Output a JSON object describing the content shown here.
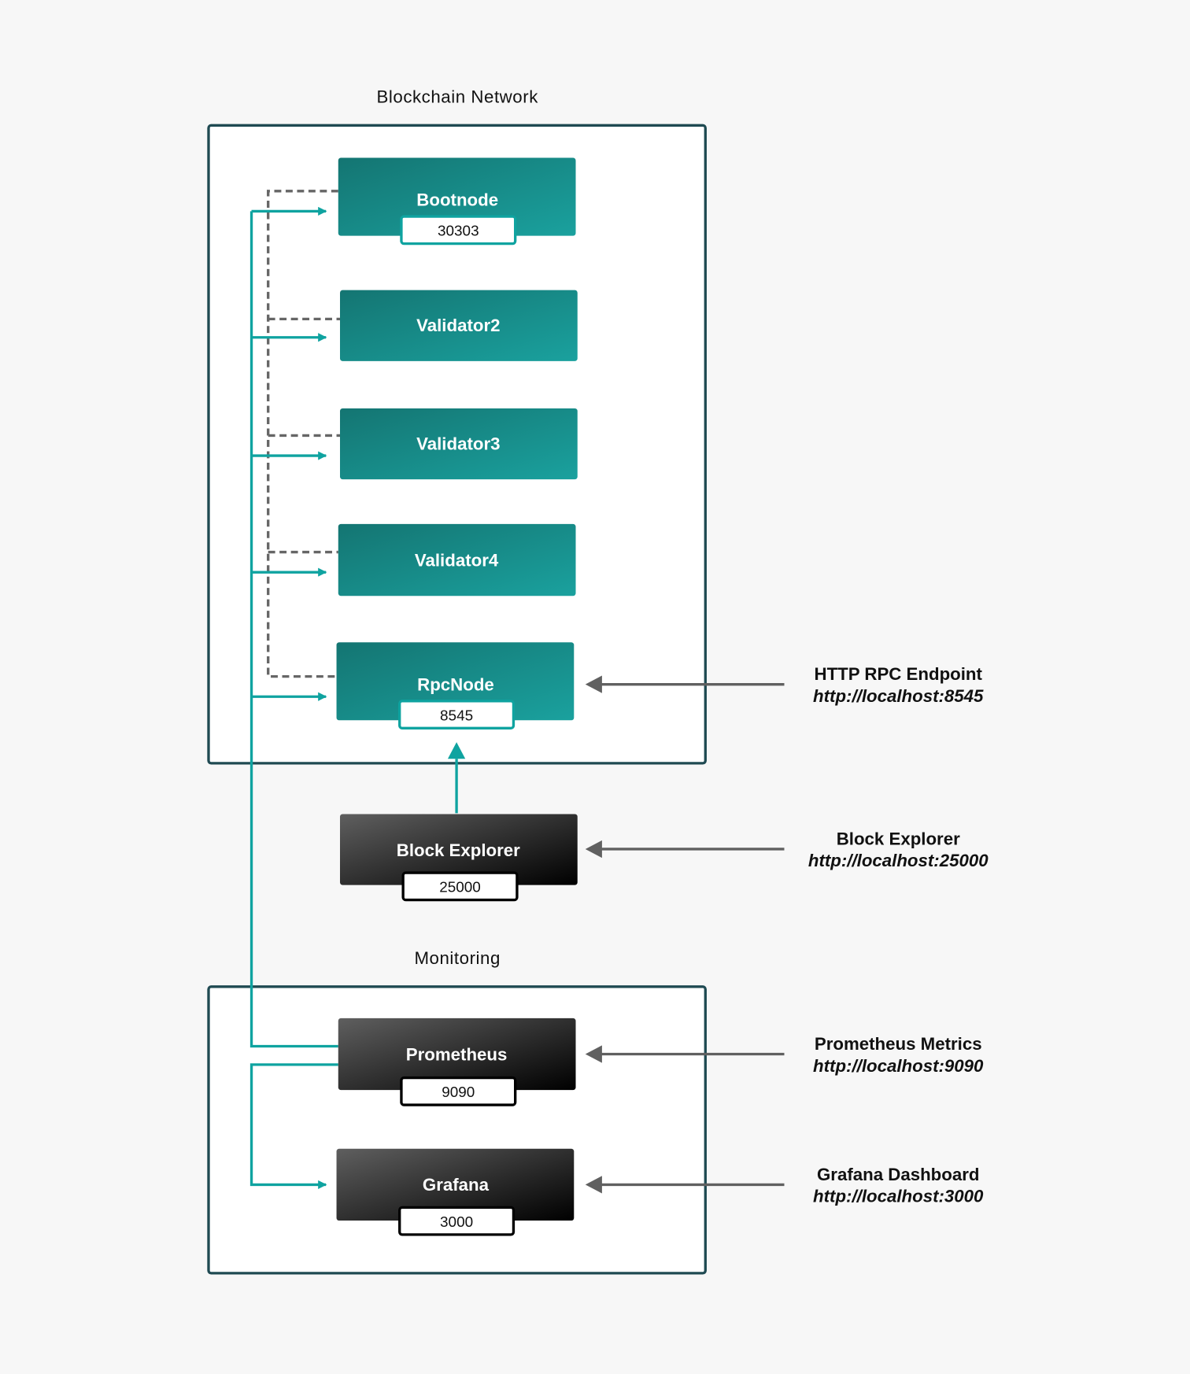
{
  "groups": {
    "blockchain": {
      "title": "Blockchain Network"
    },
    "monitoring": {
      "title": "Monitoring"
    }
  },
  "nodes": {
    "bootnode": {
      "label": "Bootnode",
      "port": "30303"
    },
    "validator2": {
      "label": "Validator2"
    },
    "validator3": {
      "label": "Validator3"
    },
    "validator4": {
      "label": "Validator4"
    },
    "rpcnode": {
      "label": "RpcNode",
      "port": "8545"
    },
    "explorer": {
      "label": "Block Explorer",
      "port": "25000"
    },
    "prometheus": {
      "label": "Prometheus",
      "port": "9090"
    },
    "grafana": {
      "label": "Grafana",
      "port": "3000"
    }
  },
  "endpoints": [
    {
      "title": "HTTP RPC Endpoint",
      "url": "http://localhost:8545"
    },
    {
      "title": "Block Explorer",
      "url": "http://localhost:25000"
    },
    {
      "title": "Prometheus Metrics",
      "url": "http://localhost:9090"
    },
    {
      "title": "Grafana Dashboard",
      "url": "http://localhost:3000"
    }
  ],
  "colors": {
    "teal": "#0fa3a0",
    "node_teal_dark": "#147572",
    "node_teal_light": "#1aa19e",
    "node_dark": "#5a5a5a",
    "group_border": "#1f4a52",
    "arrow_gray": "#606060"
  }
}
